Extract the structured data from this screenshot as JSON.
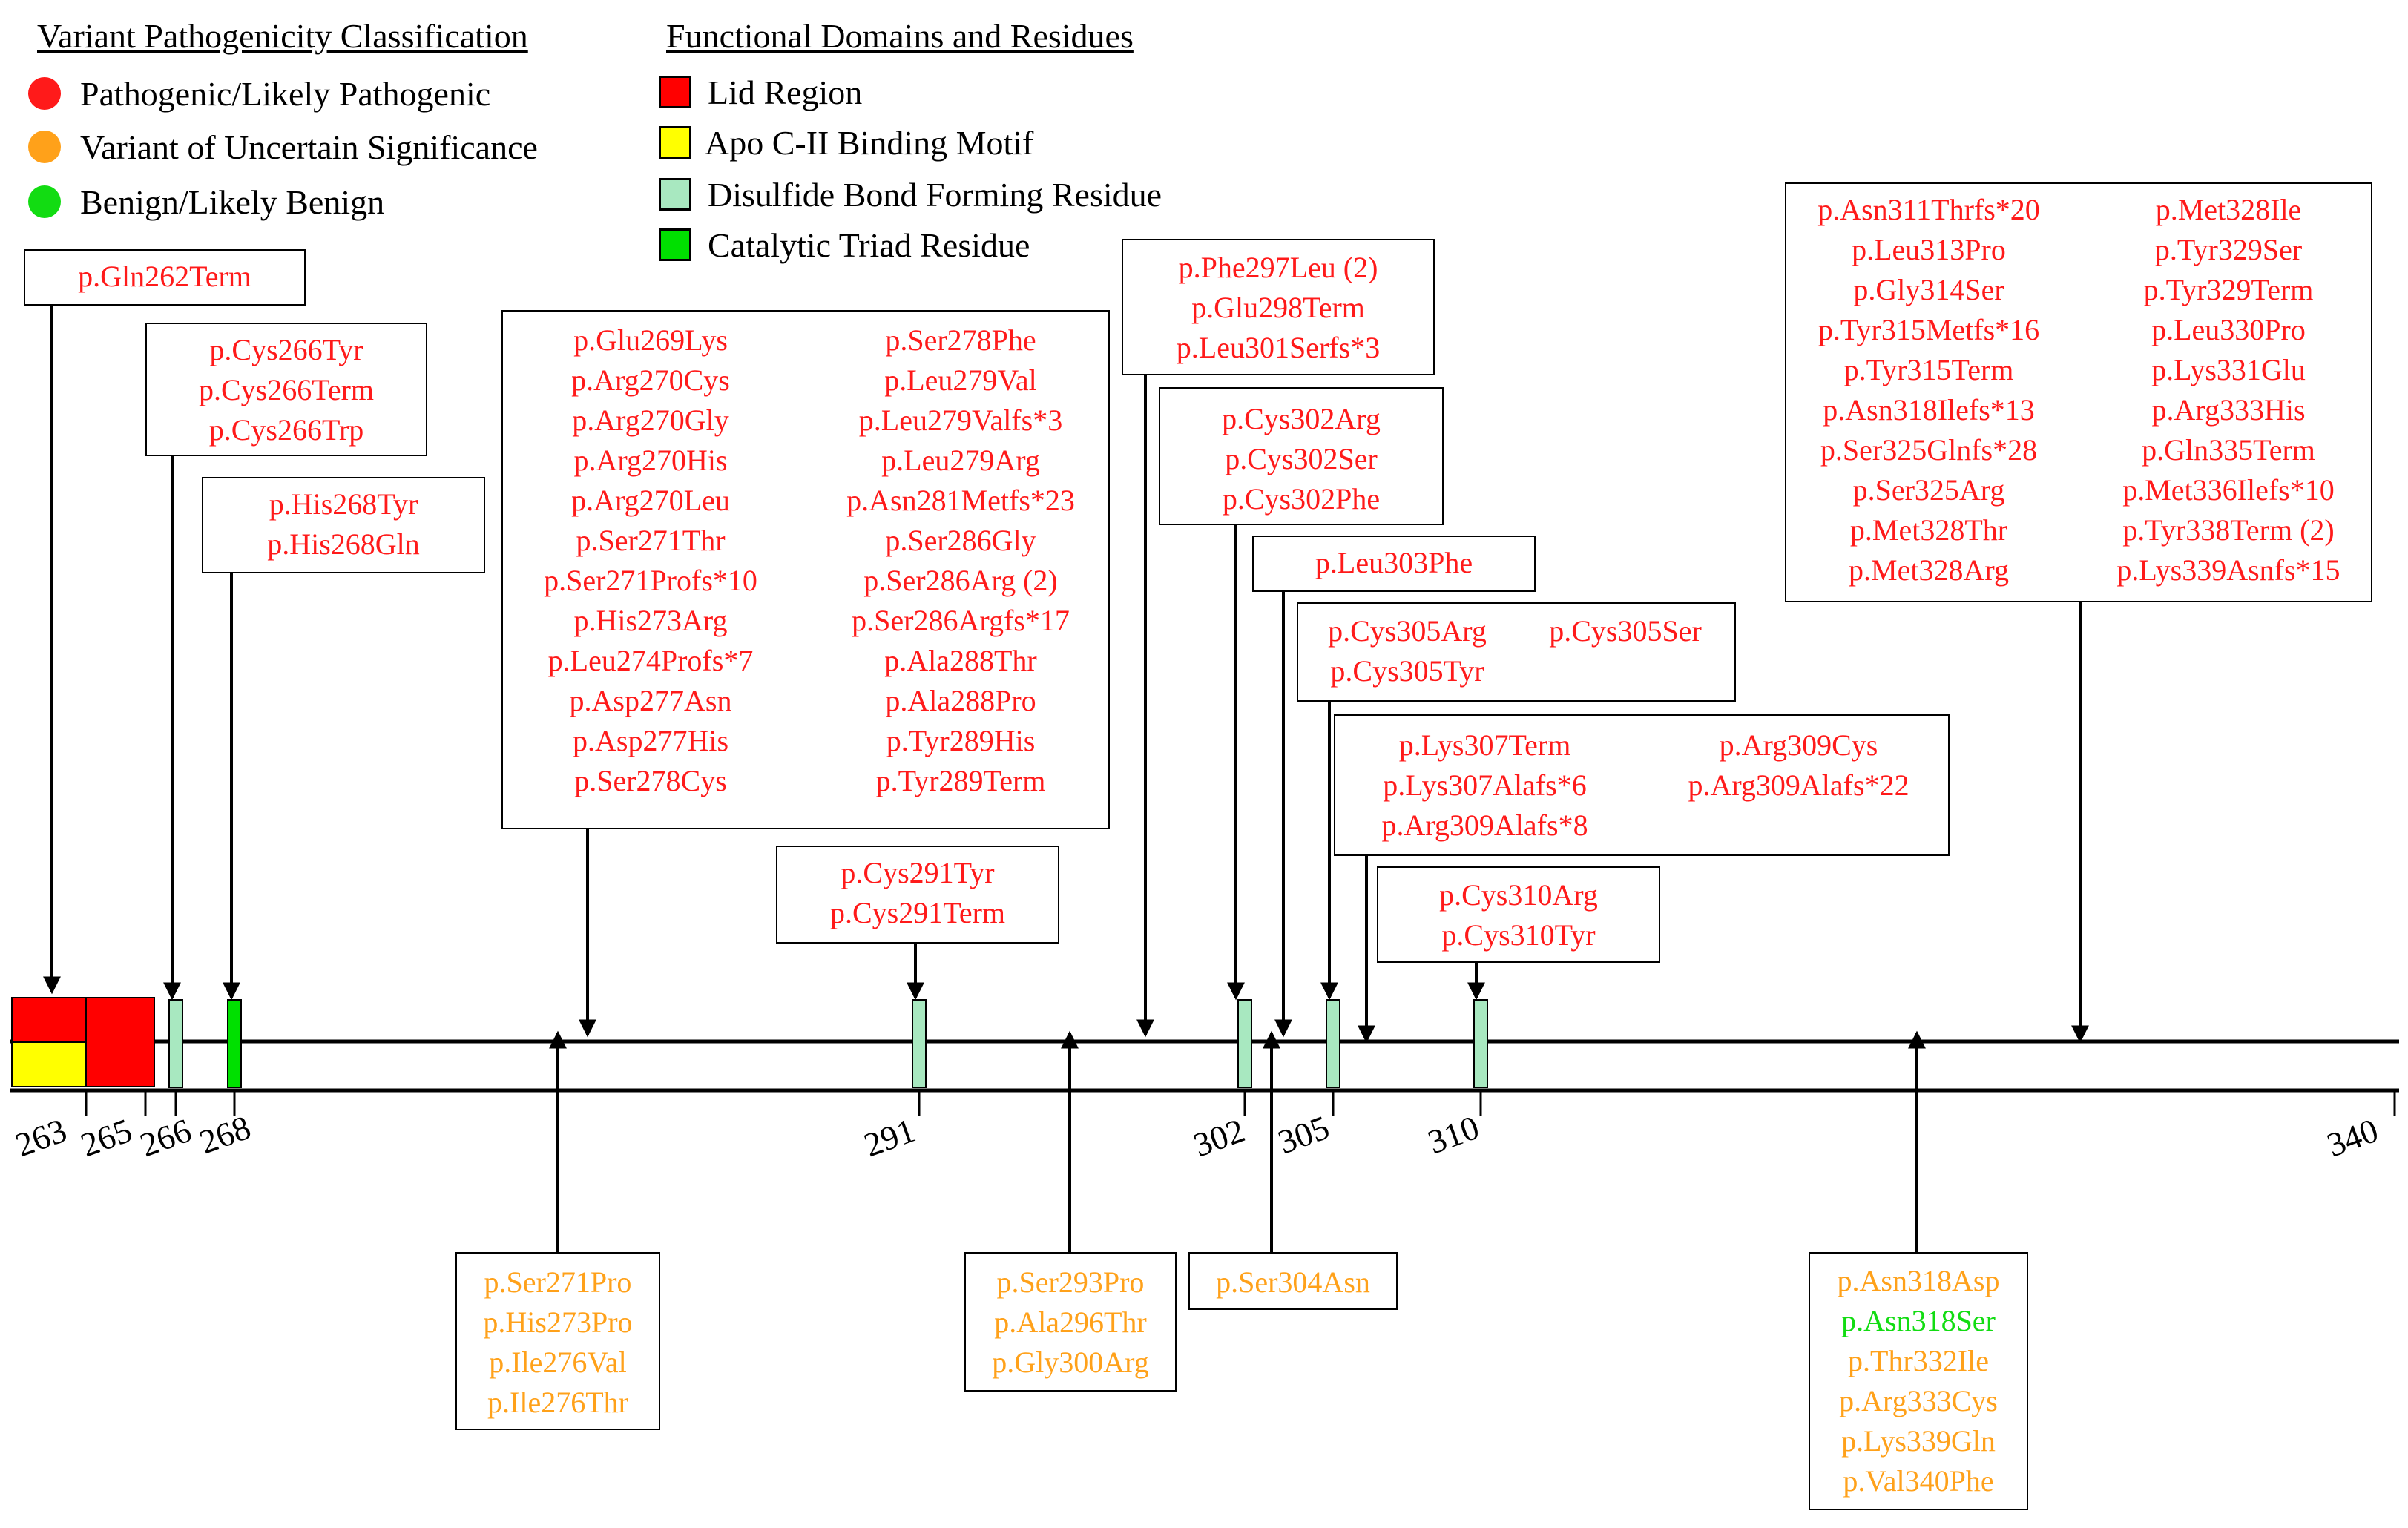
{
  "legend": {
    "pathogenicity_title": "Variant Pathogenicity Classification",
    "pathogenicity_items": [
      {
        "label": "Pathogenic/Likely Pathogenic",
        "color": "#ff1a1a"
      },
      {
        "label": "Variant of Uncertain Significance",
        "color": "#ffa11a"
      },
      {
        "label": "Benign/Likely Benign",
        "color": "#12dc12"
      }
    ],
    "domains_title": "Functional Domains and Residues",
    "domain_items": [
      {
        "label": "Lid Region",
        "color": "#ff0000"
      },
      {
        "label": "Apo C-II Binding Motif",
        "color": "#ffff00"
      },
      {
        "label": "Disulfide Bond Forming Residue",
        "color": "#a8e8c0"
      },
      {
        "label": "Catalytic Triad Residue",
        "color": "#00e000"
      }
    ]
  },
  "axis": {
    "range": [
      262,
      340
    ],
    "tick_labels": [
      "263",
      "265",
      "266",
      "268",
      "291",
      "302",
      "305",
      "310",
      "340"
    ]
  },
  "boxes_above": {
    "q262": [
      "p.Gln262Term"
    ],
    "c266": [
      "p.Cys266Tyr",
      "p.Cys266Term",
      "p.Cys266Trp"
    ],
    "h268": [
      "p.His268Tyr",
      "p.His268Gln"
    ],
    "big_left_col1": [
      "p.Glu269Lys",
      "p.Arg270Cys",
      "p.Arg270Gly",
      "p.Arg270His",
      "p.Arg270Leu",
      "p.Ser271Thr",
      "p.Ser271Profs*10",
      "p.His273Arg",
      "p.Leu274Profs*7",
      "p.Asp277Asn",
      "p.Asp277His",
      "p.Ser278Cys"
    ],
    "big_left_col2": [
      "p.Ser278Phe",
      "p.Leu279Val",
      "p.Leu279Valfs*3",
      "p.Leu279Arg",
      "p.Asn281Metfs*23",
      "p.Ser286Gly",
      "p.Ser286Arg (2)",
      "p.Ser286Argfs*17",
      "p.Ala288Thr",
      "p.Ala288Pro",
      "p.Tyr289His",
      "p.Tyr289Term"
    ],
    "c291": [
      "p.Cys291Tyr",
      "p.Cys291Term"
    ],
    "f297": [
      "p.Phe297Leu (2)",
      "p.Glu298Term",
      "p.Leu301Serfs*3"
    ],
    "c302": [
      "p.Cys302Arg",
      "p.Cys302Ser",
      "p.Cys302Phe"
    ],
    "l303": [
      "p.Leu303Phe"
    ],
    "c305_col1": [
      "p.Cys305Arg",
      "p.Cys305Tyr"
    ],
    "c305_col2": [
      "p.Cys305Ser"
    ],
    "k307_col1": [
      "p.Lys307Term",
      "p.Lys307Alafs*6",
      "p.Arg309Alafs*8"
    ],
    "k307_col2": [
      "p.Arg309Cys",
      "p.Arg309Alafs*22"
    ],
    "c310": [
      "p.Cys310Arg",
      "p.Cys310Tyr"
    ],
    "big_right_col1": [
      "p.Asn311Thrfs*20",
      "p.Leu313Pro",
      "p.Gly314Ser",
      "p.Tyr315Metfs*16",
      "p.Tyr315Term",
      "p.Asn318Ilefs*13",
      "p.Ser325Glnfs*28",
      "p.Ser325Arg",
      "p.Met328Thr",
      "p.Met328Arg"
    ],
    "big_right_col2": [
      "p.Met328Ile",
      "p.Tyr329Ser",
      "p.Tyr329Term",
      "p.Leu330Pro",
      "p.Lys331Glu",
      "p.Arg333His",
      "p.Gln335Term",
      "p.Met336Ilefs*10",
      "p.Tyr338Term (2)",
      "p.Lys339Asnfs*15"
    ]
  },
  "boxes_below": {
    "s271": [
      "p.Ser271Pro",
      "p.His273Pro",
      "p.Ile276Val",
      "p.Ile276Thr"
    ],
    "s293": [
      "p.Ser293Pro",
      "p.Ala296Thr",
      "p.Gly300Arg"
    ],
    "s304": [
      "p.Ser304Asn"
    ],
    "n318": [
      {
        "text": "p.Asn318Asp",
        "cls": "orange"
      },
      {
        "text": "p.Asn318Ser",
        "cls": "green"
      },
      {
        "text": "p.Thr332Ile",
        "cls": "orange"
      },
      {
        "text": "p.Arg333Cys",
        "cls": "orange"
      },
      {
        "text": "p.Lys339Gln",
        "cls": "orange"
      },
      {
        "text": "p.Val340Phe",
        "cls": "orange"
      }
    ]
  }
}
